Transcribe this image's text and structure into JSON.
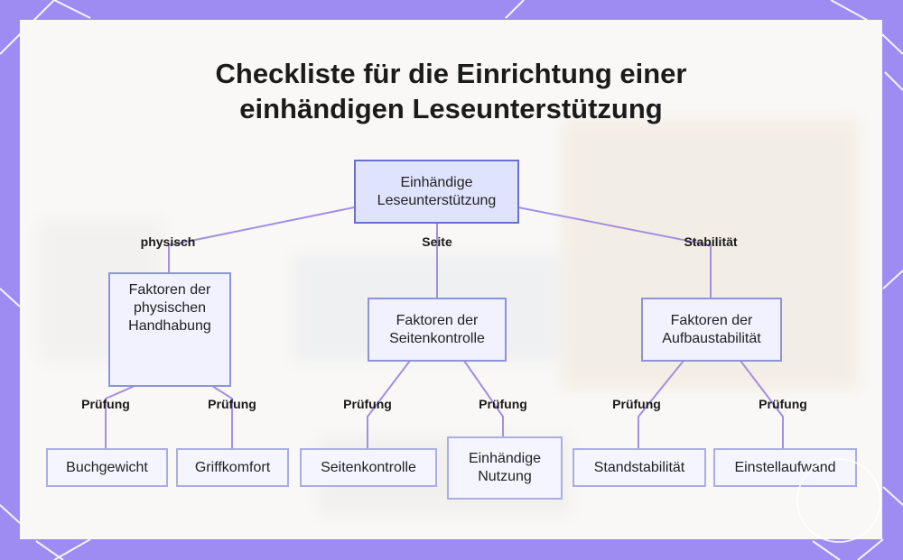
{
  "title": {
    "line1": "Checkliste für die Einrichtung einer",
    "line2": "einhändigen Leseunterstützung"
  },
  "nodes": {
    "root": "Einhändige Leseunterstützung",
    "physical_factors": "Faktoren der physischen Handhabung",
    "page_factors": "Faktoren der Seitenkontrolle",
    "stability_factors": "Faktoren der Aufbaustabilität",
    "book_weight": "Buchgewicht",
    "grip_comfort": "Griffkomfort",
    "page_control": "Seitenkontrolle",
    "one_hand_use": "Einhändige Nutzung",
    "stand_stability": "Standstabilität",
    "adjustment_effort": "Einstellaufwand"
  },
  "edge_labels": {
    "physical": "physisch",
    "page": "Seite",
    "stability": "Stabilität",
    "check": "Prüfung"
  },
  "colors": {
    "frame": "#9f8cf3",
    "edge": "#a58fe0",
    "node_border": "#8d93d8",
    "node_fill": "#eef0ff"
  }
}
